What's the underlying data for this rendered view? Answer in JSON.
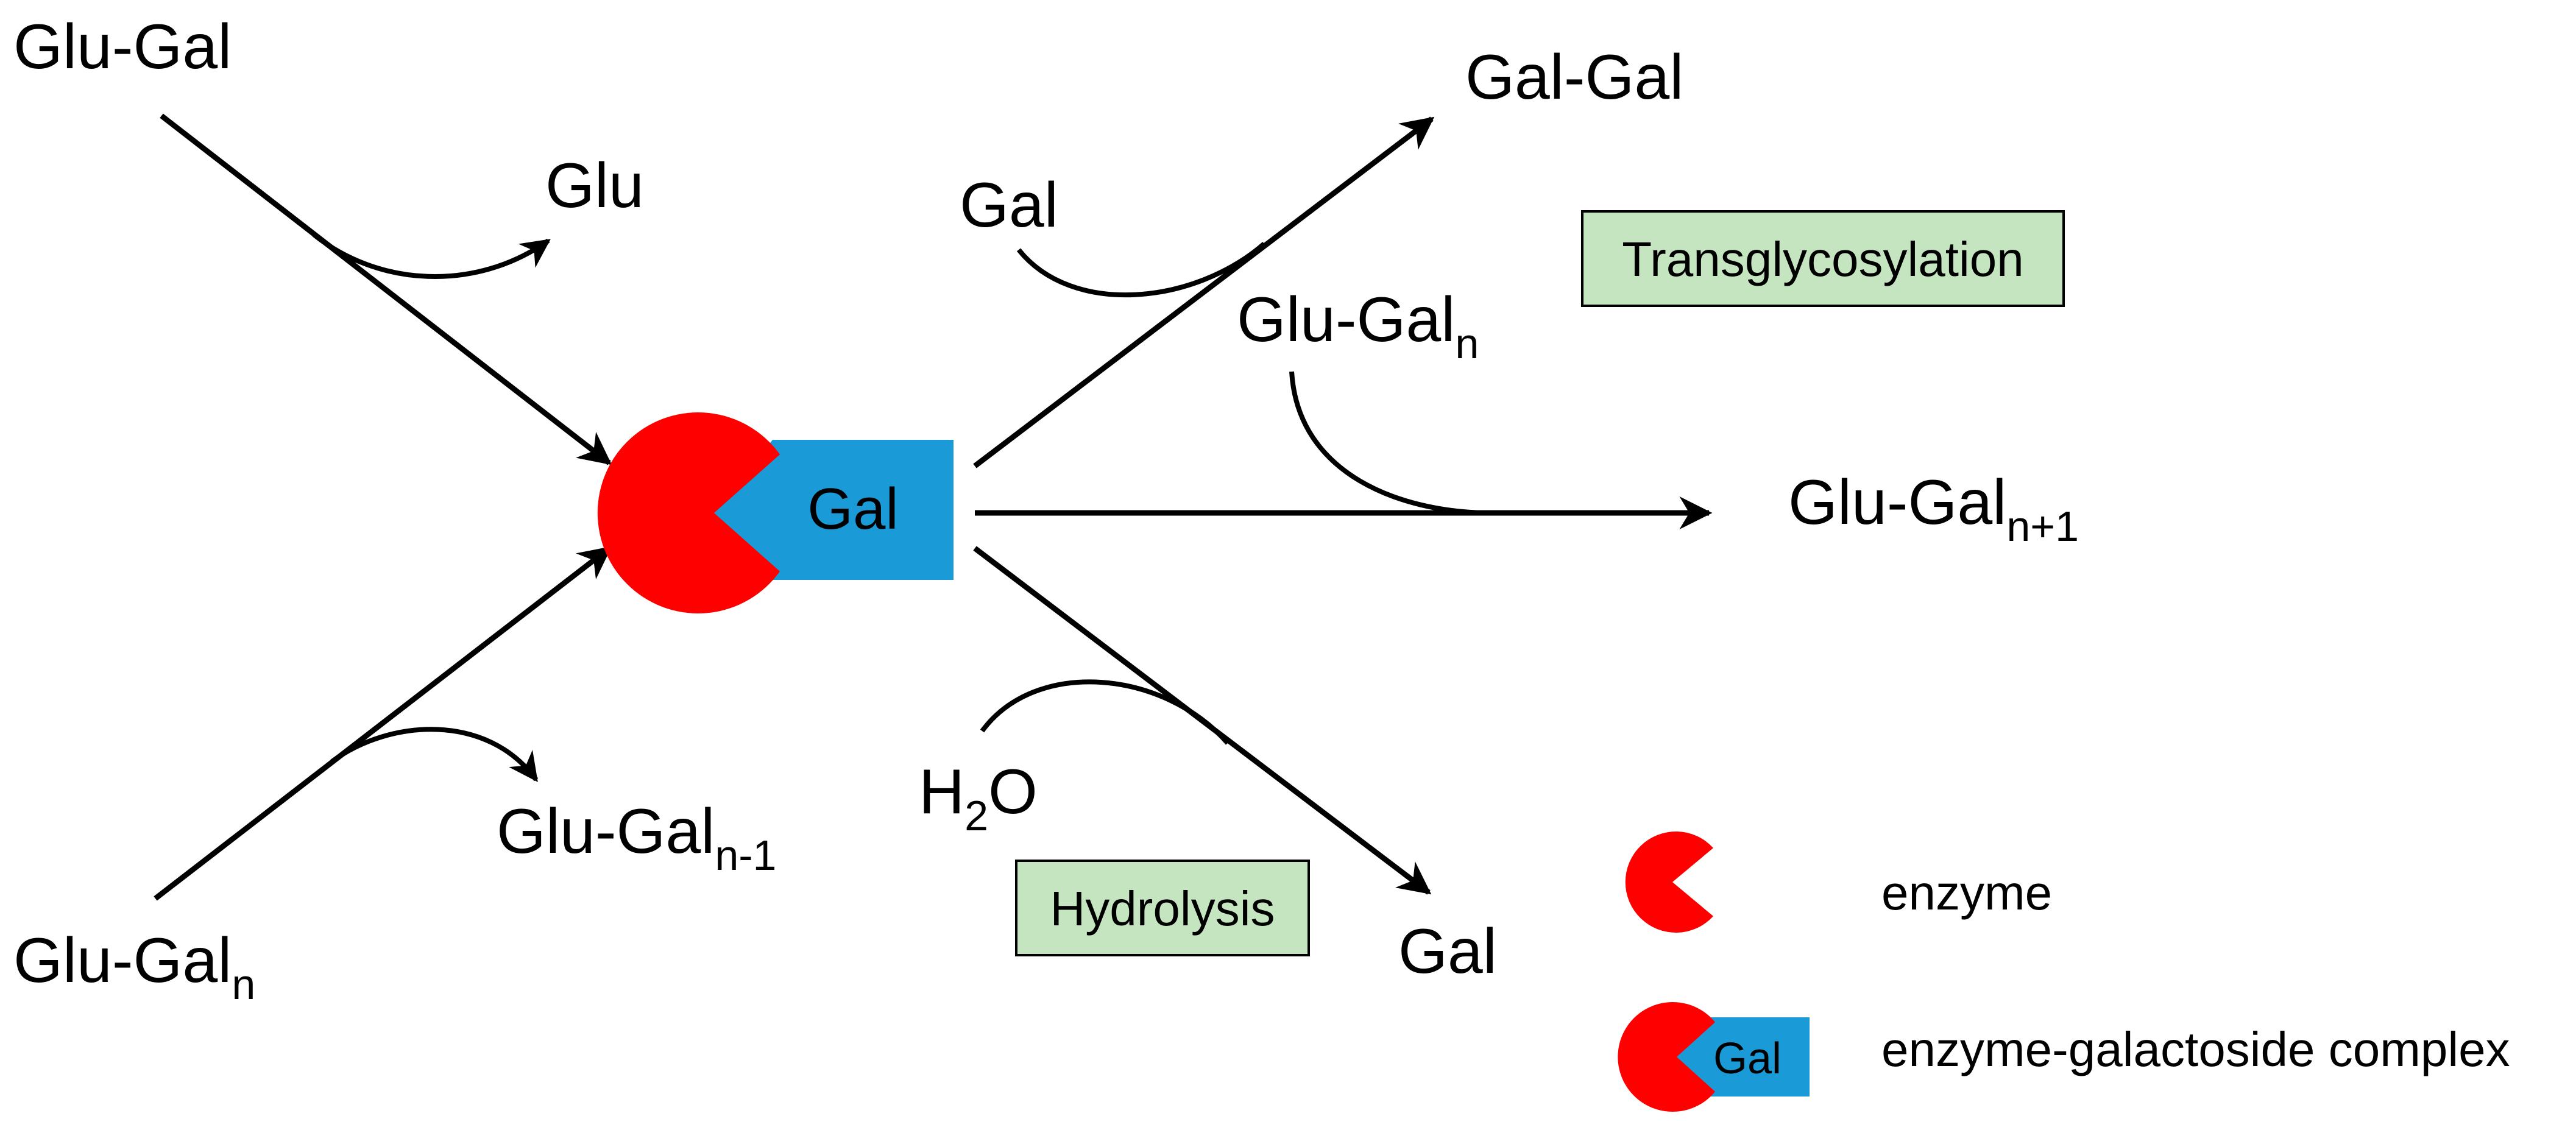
{
  "reactants": {
    "glu_gal": "Glu-Gal",
    "glu_gal_n": {
      "base": "Glu-Gal",
      "sub": "n"
    }
  },
  "byproducts": {
    "glu": "Glu",
    "glu_gal_n_minus_1": {
      "base": "Glu-Gal",
      "sub": "n-1"
    }
  },
  "acceptors": {
    "gal": "Gal",
    "glu_gal_n": {
      "base": "Glu-Gal",
      "sub": "n"
    },
    "water": {
      "base": "H",
      "sub": "2",
      "tail": "O"
    }
  },
  "products": {
    "gal_gal": "Gal-Gal",
    "glu_gal_n_plus_1": {
      "base": "Glu-Gal",
      "sub": "n+1"
    },
    "gal": "Gal"
  },
  "complex_label": "Gal",
  "boxes": {
    "transglycosylation": "Transglycosylation",
    "hydrolysis": "Hydrolysis"
  },
  "legend": {
    "enzyme": "enzyme",
    "complex_inner": "Gal",
    "complex": "enzyme-galactoside complex"
  },
  "colors": {
    "enzyme": "#ff0000",
    "galactoside": "#1a9ad6",
    "box_fill": "#c5e5c0",
    "box_border": "#000000",
    "lines": "#000000"
  }
}
